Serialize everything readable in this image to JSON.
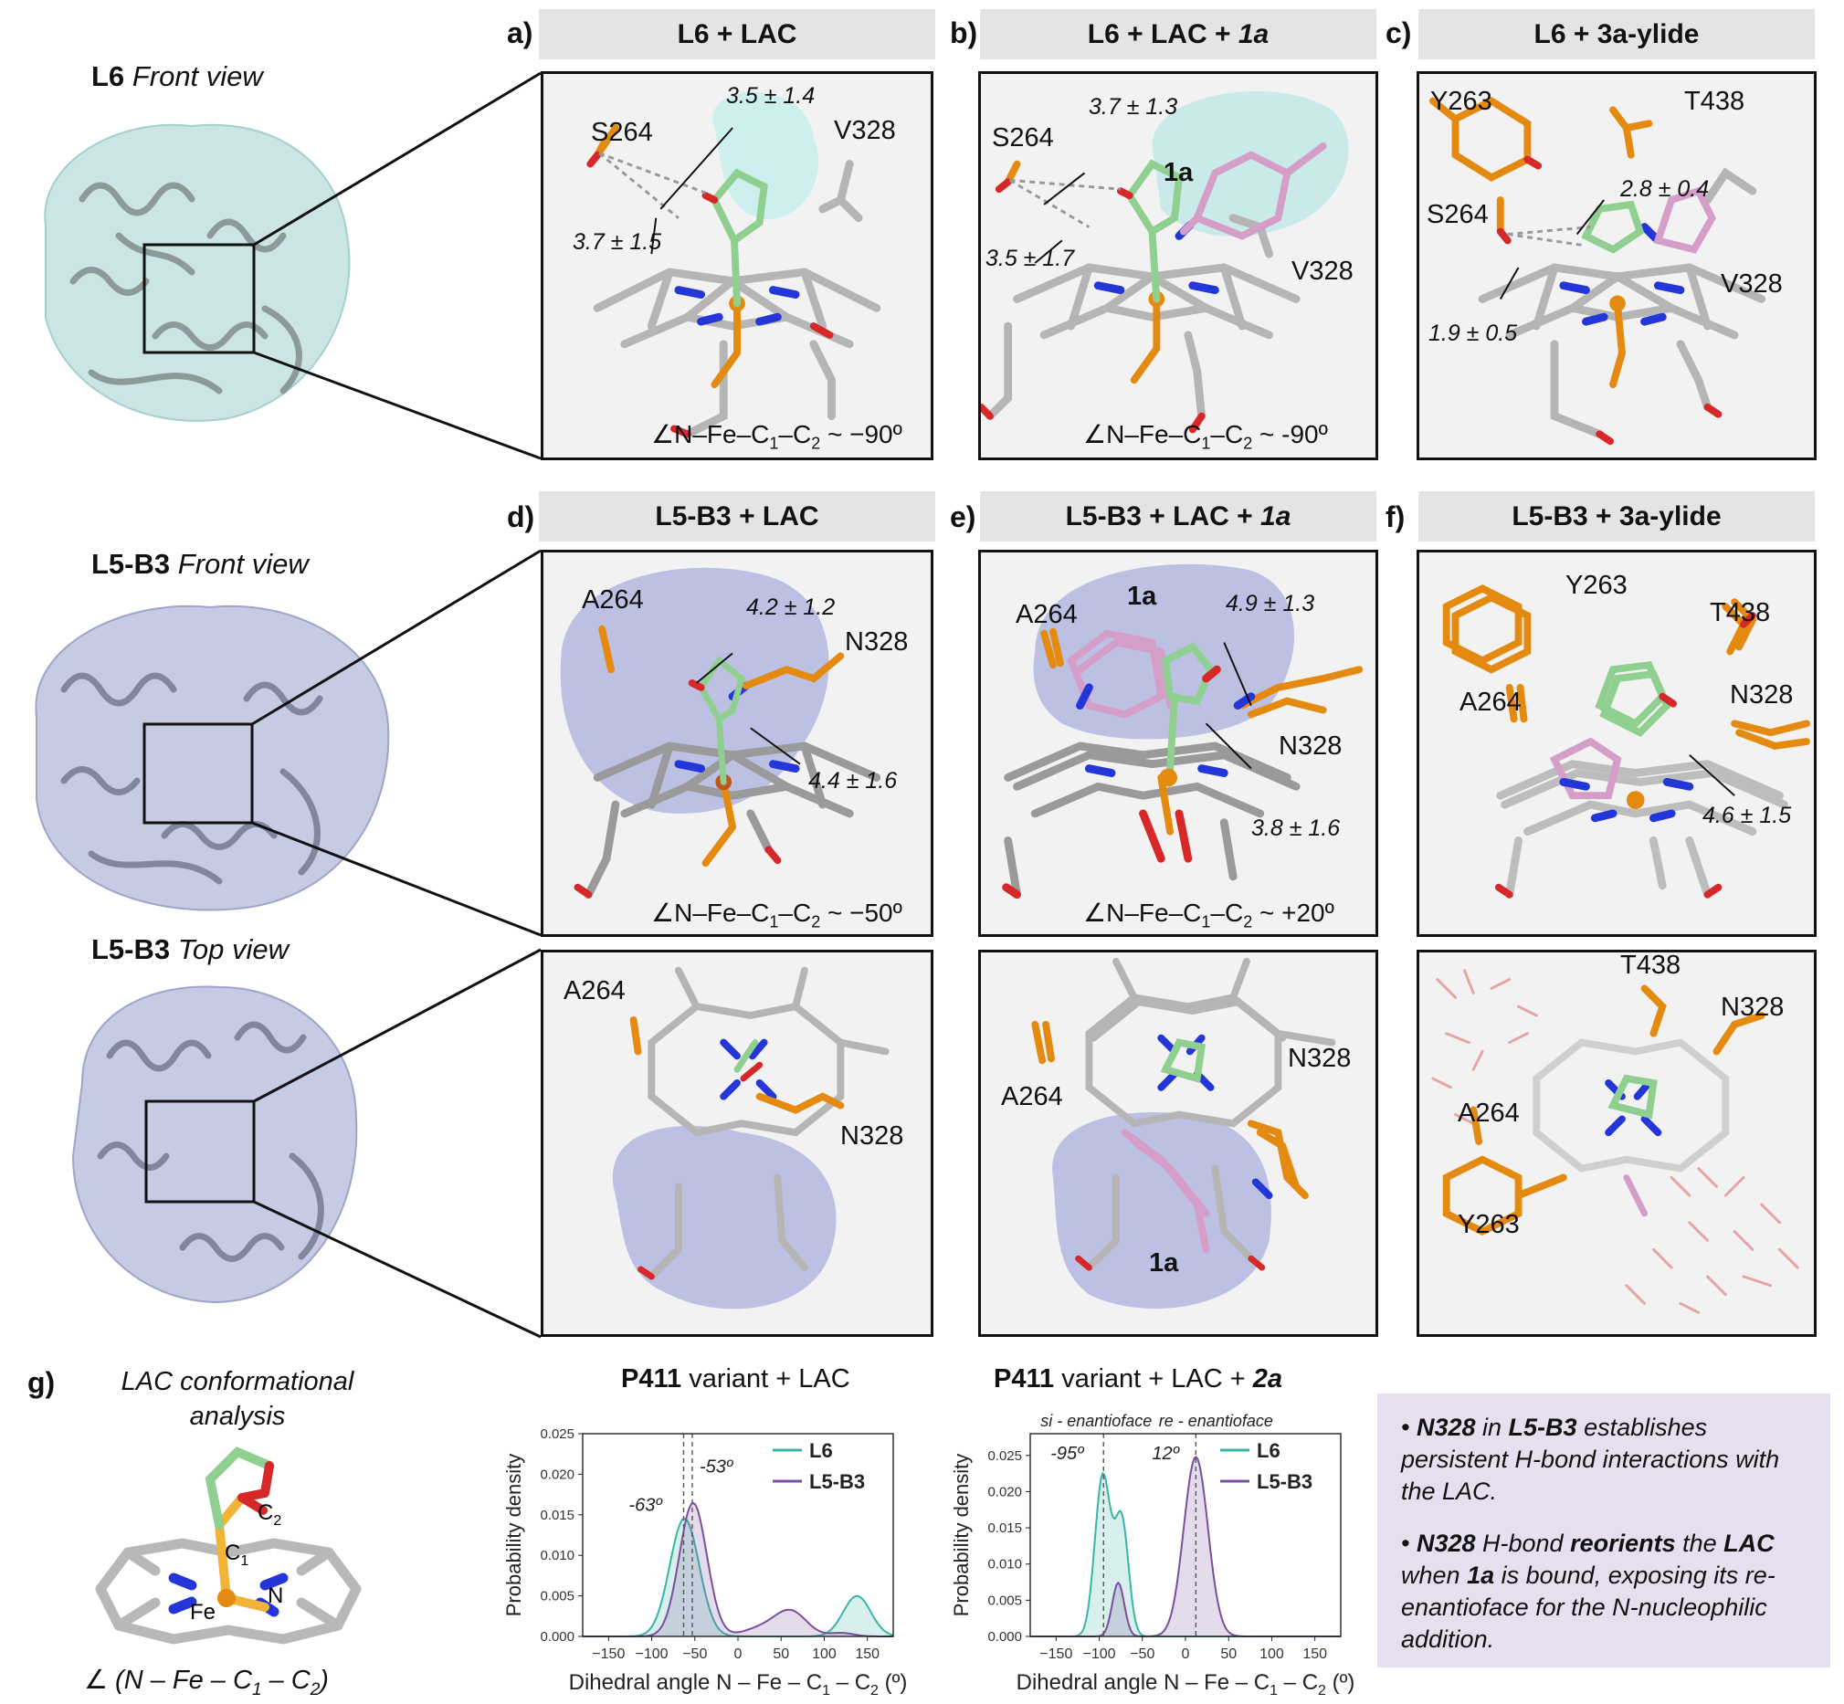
{
  "left_views": [
    {
      "bold": "L6",
      "italic": "Front view"
    },
    {
      "bold": "L5-B3",
      "italic": "Front view"
    },
    {
      "bold": "L5-B3",
      "italic": "Top view"
    }
  ],
  "panels": {
    "a": {
      "label": "a)",
      "title": "L6 + LAC",
      "residues": [
        "S264",
        "V328"
      ],
      "distances": [
        "3.5 ± 1.4",
        "3.7 ± 1.5"
      ],
      "angle": "∠N–Fe–C",
      "angle_value": "~ −90º"
    },
    "b": {
      "label": "b)",
      "title_plain": "L6 + LAC + ",
      "title_italic": "1a",
      "residues": [
        "S264",
        "V328",
        "1a"
      ],
      "distances": [
        "3.7 ± 1.3",
        "3.5 ± 1.7"
      ],
      "angle": "∠N–Fe–C",
      "angle_value": "~ -90º"
    },
    "c": {
      "label": "c)",
      "title": "L6 + 3a-ylide",
      "residues": [
        "Y263",
        "T438",
        "S264",
        "V328"
      ],
      "distances": [
        "2.8 ± 0.4",
        "1.9 ± 0.5"
      ]
    },
    "d": {
      "label": "d)",
      "title": "L5-B3 + LAC",
      "residues": [
        "A264",
        "N328"
      ],
      "distances": [
        "4.2 ± 1.2",
        "4.4 ± 1.6"
      ],
      "angle": "∠N–Fe–C",
      "angle_value": "~ −50º",
      "bottom_residues": [
        "A264",
        "N328"
      ]
    },
    "e": {
      "label": "e)",
      "title_plain": "L5-B3 + LAC + ",
      "title_italic": "1a",
      "residues": [
        "1a",
        "A264",
        "N328"
      ],
      "distances": [
        "4.9 ± 1.3",
        "3.8 ± 1.6"
      ],
      "angle": "∠N–Fe–C",
      "angle_value": "~ +20º",
      "bottom_residues": [
        "A264",
        "N328",
        "1a"
      ]
    },
    "f": {
      "label": "f)",
      "title": "L5-B3 + 3a-ylide",
      "residues": [
        "Y263",
        "T438",
        "A264",
        "N328"
      ],
      "distances": [
        "4.6 ± 1.5"
      ],
      "bottom_residues": [
        "T438",
        "N328",
        "A264",
        "Y263"
      ]
    }
  },
  "g": {
    "label": "g)",
    "title_line1": "LAC conformational",
    "title_line2": "analysis",
    "atoms": {
      "fe": "Fe",
      "n": "N",
      "c1": "C",
      "c2": "C",
      "sub1": "1",
      "sub2": "2"
    },
    "formula": "∠ (N – Fe – C"
  },
  "charts": [
    {
      "title_bold": "P411",
      "title_rest": " variant + LAC",
      "title_extra": "",
      "chart_data": {
        "type": "area",
        "xlabel": "Dihedral angle N – Fe – C",
        "ylabel": "Probability density",
        "xlim": [
          -180,
          180
        ],
        "ylim": [
          0,
          0.025
        ],
        "xticks": [
          -150,
          -100,
          -50,
          0,
          50,
          100,
          150
        ],
        "yticks": [
          0.0,
          0.005,
          0.01,
          0.015,
          0.02,
          0.025
        ],
        "ytick_labels": [
          "0.000",
          "0.005",
          "0.010",
          "0.015",
          "0.020",
          "0.025"
        ],
        "legend_position": "top-right",
        "series": [
          {
            "name": "L6",
            "color": "#39b5a8",
            "components": [
              {
                "mu": -62,
                "sigma": 17,
                "w": 0.62
              },
              {
                "mu": 138,
                "sigma": 16,
                "w": 0.2
              }
            ]
          },
          {
            "name": "L5-B3",
            "color": "#7b4f9d",
            "components": [
              {
                "mu": -52,
                "sigma": 16,
                "w": 0.66
              },
              {
                "mu": 30,
                "sigma": 22,
                "w": 0.06
              },
              {
                "mu": 62,
                "sigma": 18,
                "w": 0.13
              },
              {
                "mu": 120,
                "sigma": 14,
                "w": 0.015
              }
            ]
          }
        ],
        "vlines": [
          -63,
          -53
        ],
        "annotations": [
          "-63º",
          "-53º"
        ]
      }
    },
    {
      "title_bold": "P411",
      "title_rest": " variant + LAC + ",
      "title_extra": "2a",
      "chart_data": {
        "type": "area",
        "xlabel": "Dihedral angle N – Fe – C",
        "ylabel": "Probability density",
        "xlim": [
          -180,
          180
        ],
        "ylim": [
          0,
          0.028
        ],
        "xticks": [
          -150,
          -100,
          -50,
          0,
          50,
          100,
          150
        ],
        "yticks": [
          0.0,
          0.005,
          0.01,
          0.015,
          0.02,
          0.025
        ],
        "ytick_labels": [
          "0.000",
          "0.005",
          "0.010",
          "0.015",
          "0.020",
          "0.025"
        ],
        "legend_position": "top-right",
        "series": [
          {
            "name": "L6",
            "color": "#39b5a8",
            "components": [
              {
                "mu": -96,
                "sigma": 9,
                "w": 0.5
              },
              {
                "mu": -74,
                "sigma": 8,
                "w": 0.32
              }
            ]
          },
          {
            "name": "L5-B3",
            "color": "#7b4f9d",
            "components": [
              {
                "mu": -78,
                "sigma": 7,
                "w": 0.13
              },
              {
                "mu": 12,
                "sigma": 14,
                "w": 0.87
              }
            ]
          }
        ],
        "vlines": [
          -95,
          12
        ],
        "annotations": [
          "-95º",
          "12º"
        ],
        "top_annotations": [
          "si - enantioface",
          "re - enantioface"
        ]
      }
    }
  ],
  "info": [
    {
      "bold1": "N328",
      "t1": " in ",
      "bold2": "L5-B3",
      "t2": " establishes persistent H-bond interactions with the LAC."
    },
    {
      "bold1": "N328",
      "t1": " H-bond ",
      "bold2": "reorients",
      "t2": " the ",
      "bold3": "LAC",
      "t3": " when ",
      "bold4": "1a",
      "t4": " is bound, exposing its re-enantioface for the N-nucleophilic addition."
    }
  ],
  "colors": {
    "header_bg": "#e4e4e4",
    "info_bg": "#e6dff0",
    "l6_protein": "#b9d8d8",
    "l5b3_protein": "#b9bfd9",
    "cavity_l6": "#c7eeee",
    "cavity_l5": "#aab0de",
    "orange": "#e58a10",
    "green": "#8fcf8f",
    "pink": "#d49ec8"
  }
}
